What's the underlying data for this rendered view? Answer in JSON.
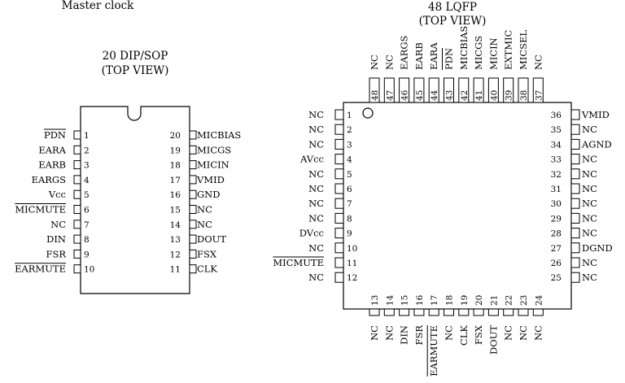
{
  "top_left_caption": "Master clock",
  "dip": {
    "title_line1": "20 DIP/SOP",
    "title_line2": "(TOP VIEW)",
    "left_pins": [
      {
        "num": "1",
        "name": "PDN",
        "overbar": true
      },
      {
        "num": "2",
        "name": "EARA",
        "overbar": false
      },
      {
        "num": "3",
        "name": "EARB",
        "overbar": false
      },
      {
        "num": "4",
        "name": "EARGS",
        "overbar": false
      },
      {
        "num": "5",
        "name": "Vcc",
        "overbar": false
      },
      {
        "num": "6",
        "name": "MICMUTE",
        "overbar": true
      },
      {
        "num": "7",
        "name": "NC",
        "overbar": false
      },
      {
        "num": "8",
        "name": "DIN",
        "overbar": false
      },
      {
        "num": "9",
        "name": "FSR",
        "overbar": false
      },
      {
        "num": "10",
        "name": "EARMUTE",
        "overbar": true
      }
    ],
    "right_pins": [
      {
        "num": "20",
        "name": "MICBIAS",
        "overbar": false
      },
      {
        "num": "19",
        "name": "MICGS",
        "overbar": false
      },
      {
        "num": "18",
        "name": "MICIN",
        "overbar": false
      },
      {
        "num": "17",
        "name": "VMID",
        "overbar": false
      },
      {
        "num": "16",
        "name": "GND",
        "overbar": false
      },
      {
        "num": "15",
        "name": "NC",
        "overbar": false
      },
      {
        "num": "14",
        "name": "NC",
        "overbar": false
      },
      {
        "num": "13",
        "name": "DOUT",
        "overbar": false
      },
      {
        "num": "12",
        "name": "FSX",
        "overbar": false
      },
      {
        "num": "11",
        "name": "CLK",
        "overbar": false
      }
    ]
  },
  "lqfp": {
    "title_line1": "48 LQFP",
    "title_line2": "(TOP VIEW)",
    "top_pins": [
      {
        "num": "48",
        "name": "NC",
        "overbar": false
      },
      {
        "num": "47",
        "name": "NC",
        "overbar": false
      },
      {
        "num": "46",
        "name": "EARGS",
        "overbar": false
      },
      {
        "num": "45",
        "name": "EARB",
        "overbar": false
      },
      {
        "num": "44",
        "name": "EARA",
        "overbar": false
      },
      {
        "num": "43",
        "name": "PDN",
        "overbar": true
      },
      {
        "num": "42",
        "name": "MICBIAS",
        "overbar": false
      },
      {
        "num": "41",
        "name": "MICGS",
        "overbar": false
      },
      {
        "num": "40",
        "name": "MICIN",
        "overbar": false
      },
      {
        "num": "39",
        "name": "EXTMIC",
        "overbar": false
      },
      {
        "num": "38",
        "name": "MICSEL",
        "overbar": false
      },
      {
        "num": "37",
        "name": "NC",
        "overbar": false
      }
    ],
    "left_pins": [
      {
        "num": "1",
        "name": "NC",
        "overbar": false
      },
      {
        "num": "2",
        "name": "NC",
        "overbar": false
      },
      {
        "num": "3",
        "name": "NC",
        "overbar": false
      },
      {
        "num": "4",
        "name": "AVcc",
        "overbar": false
      },
      {
        "num": "5",
        "name": "NC",
        "overbar": false
      },
      {
        "num": "6",
        "name": "NC",
        "overbar": false
      },
      {
        "num": "7",
        "name": "NC",
        "overbar": false
      },
      {
        "num": "8",
        "name": "NC",
        "overbar": false
      },
      {
        "num": "9",
        "name": "DVcc",
        "overbar": false
      },
      {
        "num": "10",
        "name": "NC",
        "overbar": false
      },
      {
        "num": "11",
        "name": "MICMUTE",
        "overbar": true
      },
      {
        "num": "12",
        "name": "NC",
        "overbar": false
      }
    ],
    "right_pins": [
      {
        "num": "36",
        "name": "VMID",
        "overbar": false
      },
      {
        "num": "35",
        "name": "NC",
        "overbar": false
      },
      {
        "num": "34",
        "name": "AGND",
        "overbar": false
      },
      {
        "num": "33",
        "name": "NC",
        "overbar": false
      },
      {
        "num": "32",
        "name": "NC",
        "overbar": false
      },
      {
        "num": "31",
        "name": "NC",
        "overbar": false
      },
      {
        "num": "30",
        "name": "NC",
        "overbar": false
      },
      {
        "num": "29",
        "name": "NC",
        "overbar": false
      },
      {
        "num": "28",
        "name": "NC",
        "overbar": false
      },
      {
        "num": "27",
        "name": "DGND",
        "overbar": false
      },
      {
        "num": "26",
        "name": "NC",
        "overbar": false
      },
      {
        "num": "25",
        "name": "NC",
        "overbar": false
      }
    ],
    "bottom_pins": [
      {
        "num": "13",
        "name": "NC",
        "overbar": false
      },
      {
        "num": "14",
        "name": "NC",
        "overbar": false
      },
      {
        "num": "15",
        "name": "DIN",
        "overbar": false
      },
      {
        "num": "16",
        "name": "FSR",
        "overbar": false
      },
      {
        "num": "17",
        "name": "EARMUTE",
        "overbar": true
      },
      {
        "num": "18",
        "name": "NC",
        "overbar": false
      },
      {
        "num": "19",
        "name": "CLK",
        "overbar": false
      },
      {
        "num": "20",
        "name": "FSX",
        "overbar": false
      },
      {
        "num": "21",
        "name": "DOUT",
        "overbar": false
      },
      {
        "num": "22",
        "name": "NC",
        "overbar": false
      },
      {
        "num": "23",
        "name": "NC",
        "overbar": false
      },
      {
        "num": "24",
        "name": "NC",
        "overbar": false
      }
    ]
  }
}
